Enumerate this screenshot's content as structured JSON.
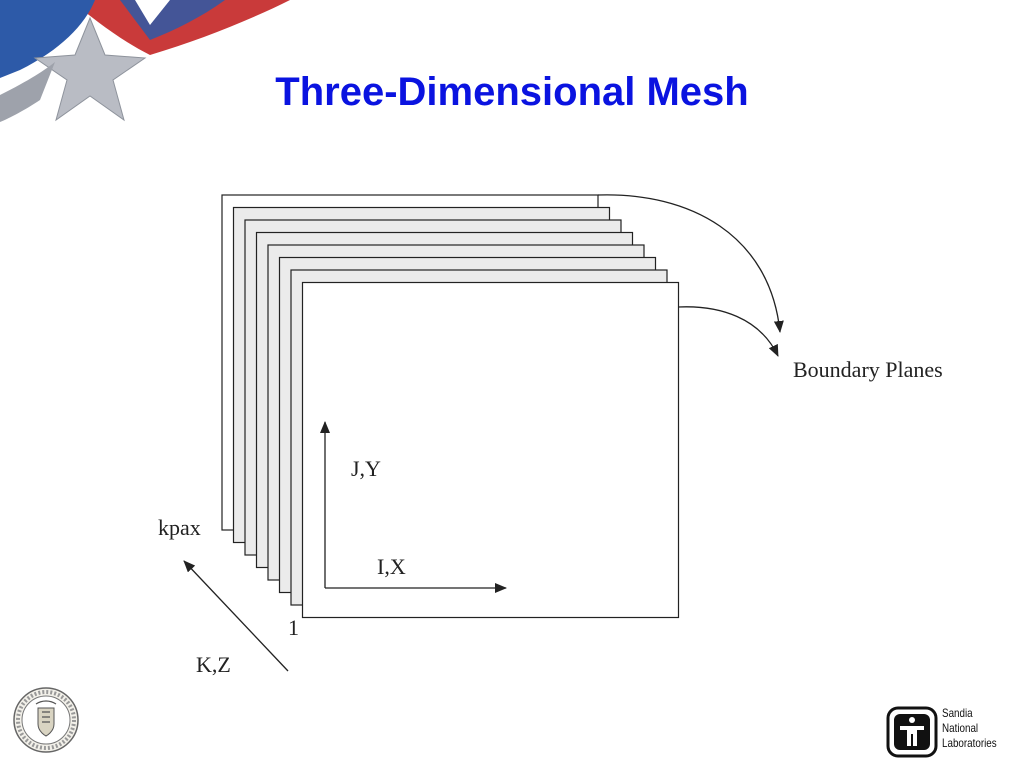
{
  "slide": {
    "title": "Three-Dimensional Mesh"
  },
  "diagram": {
    "labels": {
      "boundary_planes": "Boundary Planes",
      "j_axis": "J,Y",
      "i_axis": "I,X",
      "k_axis": "K,Z",
      "k_max": "kpax",
      "k_min": "1"
    },
    "plane_count": 8,
    "colors": {
      "plane_fill": "#ebebeb",
      "front_plane_fill": "#ffffff",
      "stroke": "#222222"
    }
  },
  "footer": {
    "lab_name_lines": [
      "Sandia",
      "National",
      "Laboratories"
    ]
  }
}
